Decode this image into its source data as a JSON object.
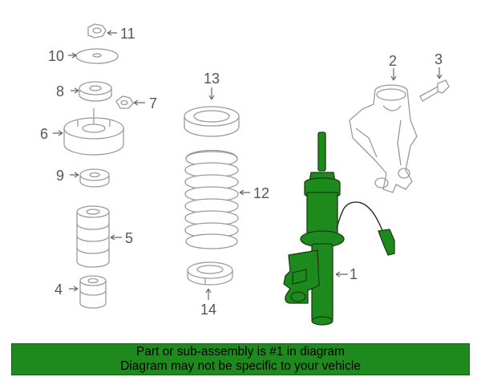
{
  "colors": {
    "highlight_part": "#1d8a1d",
    "banner_background": "#1e8a1e",
    "banner_text": "#000000",
    "part_outline": "#9a9a9a",
    "callout_text": "#555555"
  },
  "callouts": {
    "c1": "1",
    "c2": "2",
    "c3": "3",
    "c4": "4",
    "c5": "5",
    "c6": "6",
    "c7": "7",
    "c8": "8",
    "c9": "9",
    "c10": "10",
    "c11": "11",
    "c12": "12",
    "c13": "13",
    "c14": "14"
  },
  "banner": {
    "line1": "Part or sub-assembly is #1 in diagram",
    "line2": "Diagram may not be specific to your vehicle"
  }
}
